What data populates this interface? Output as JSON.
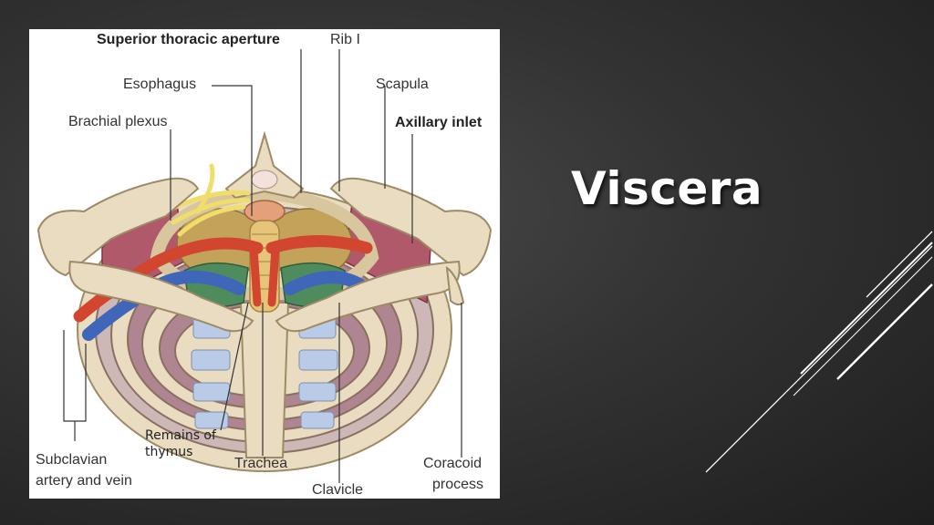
{
  "slide": {
    "title": "Viscera"
  },
  "figure": {
    "labels": {
      "superior_thoracic_aperture": "Superior thoracic aperture",
      "rib_1": "Rib I",
      "esophagus": "Esophagus",
      "scapula": "Scapula",
      "brachial_plexus": "Brachial plexus",
      "axillary_inlet": "Axillary inlet",
      "subclavian_line1": "Subclavian",
      "subclavian_line2": "artery and vein",
      "thymus_line1": "Remains of",
      "thymus_line2": "thymus",
      "trachea": "Trachea",
      "clavicle": "Clavicle",
      "coracoid_line1": "Coracoid",
      "coracoid_line2": "process"
    }
  },
  "colors": {
    "bone": "#e9dcc0",
    "bone_edge": "#b7a47e",
    "artery": "#d2452e",
    "vein": "#3f66b8",
    "nerve": "#f1dd6a",
    "muscle": "#b0596b",
    "lung": "#c3a25a",
    "cartilage": "#b9cbe6",
    "thymus": "#4f8c5d"
  }
}
